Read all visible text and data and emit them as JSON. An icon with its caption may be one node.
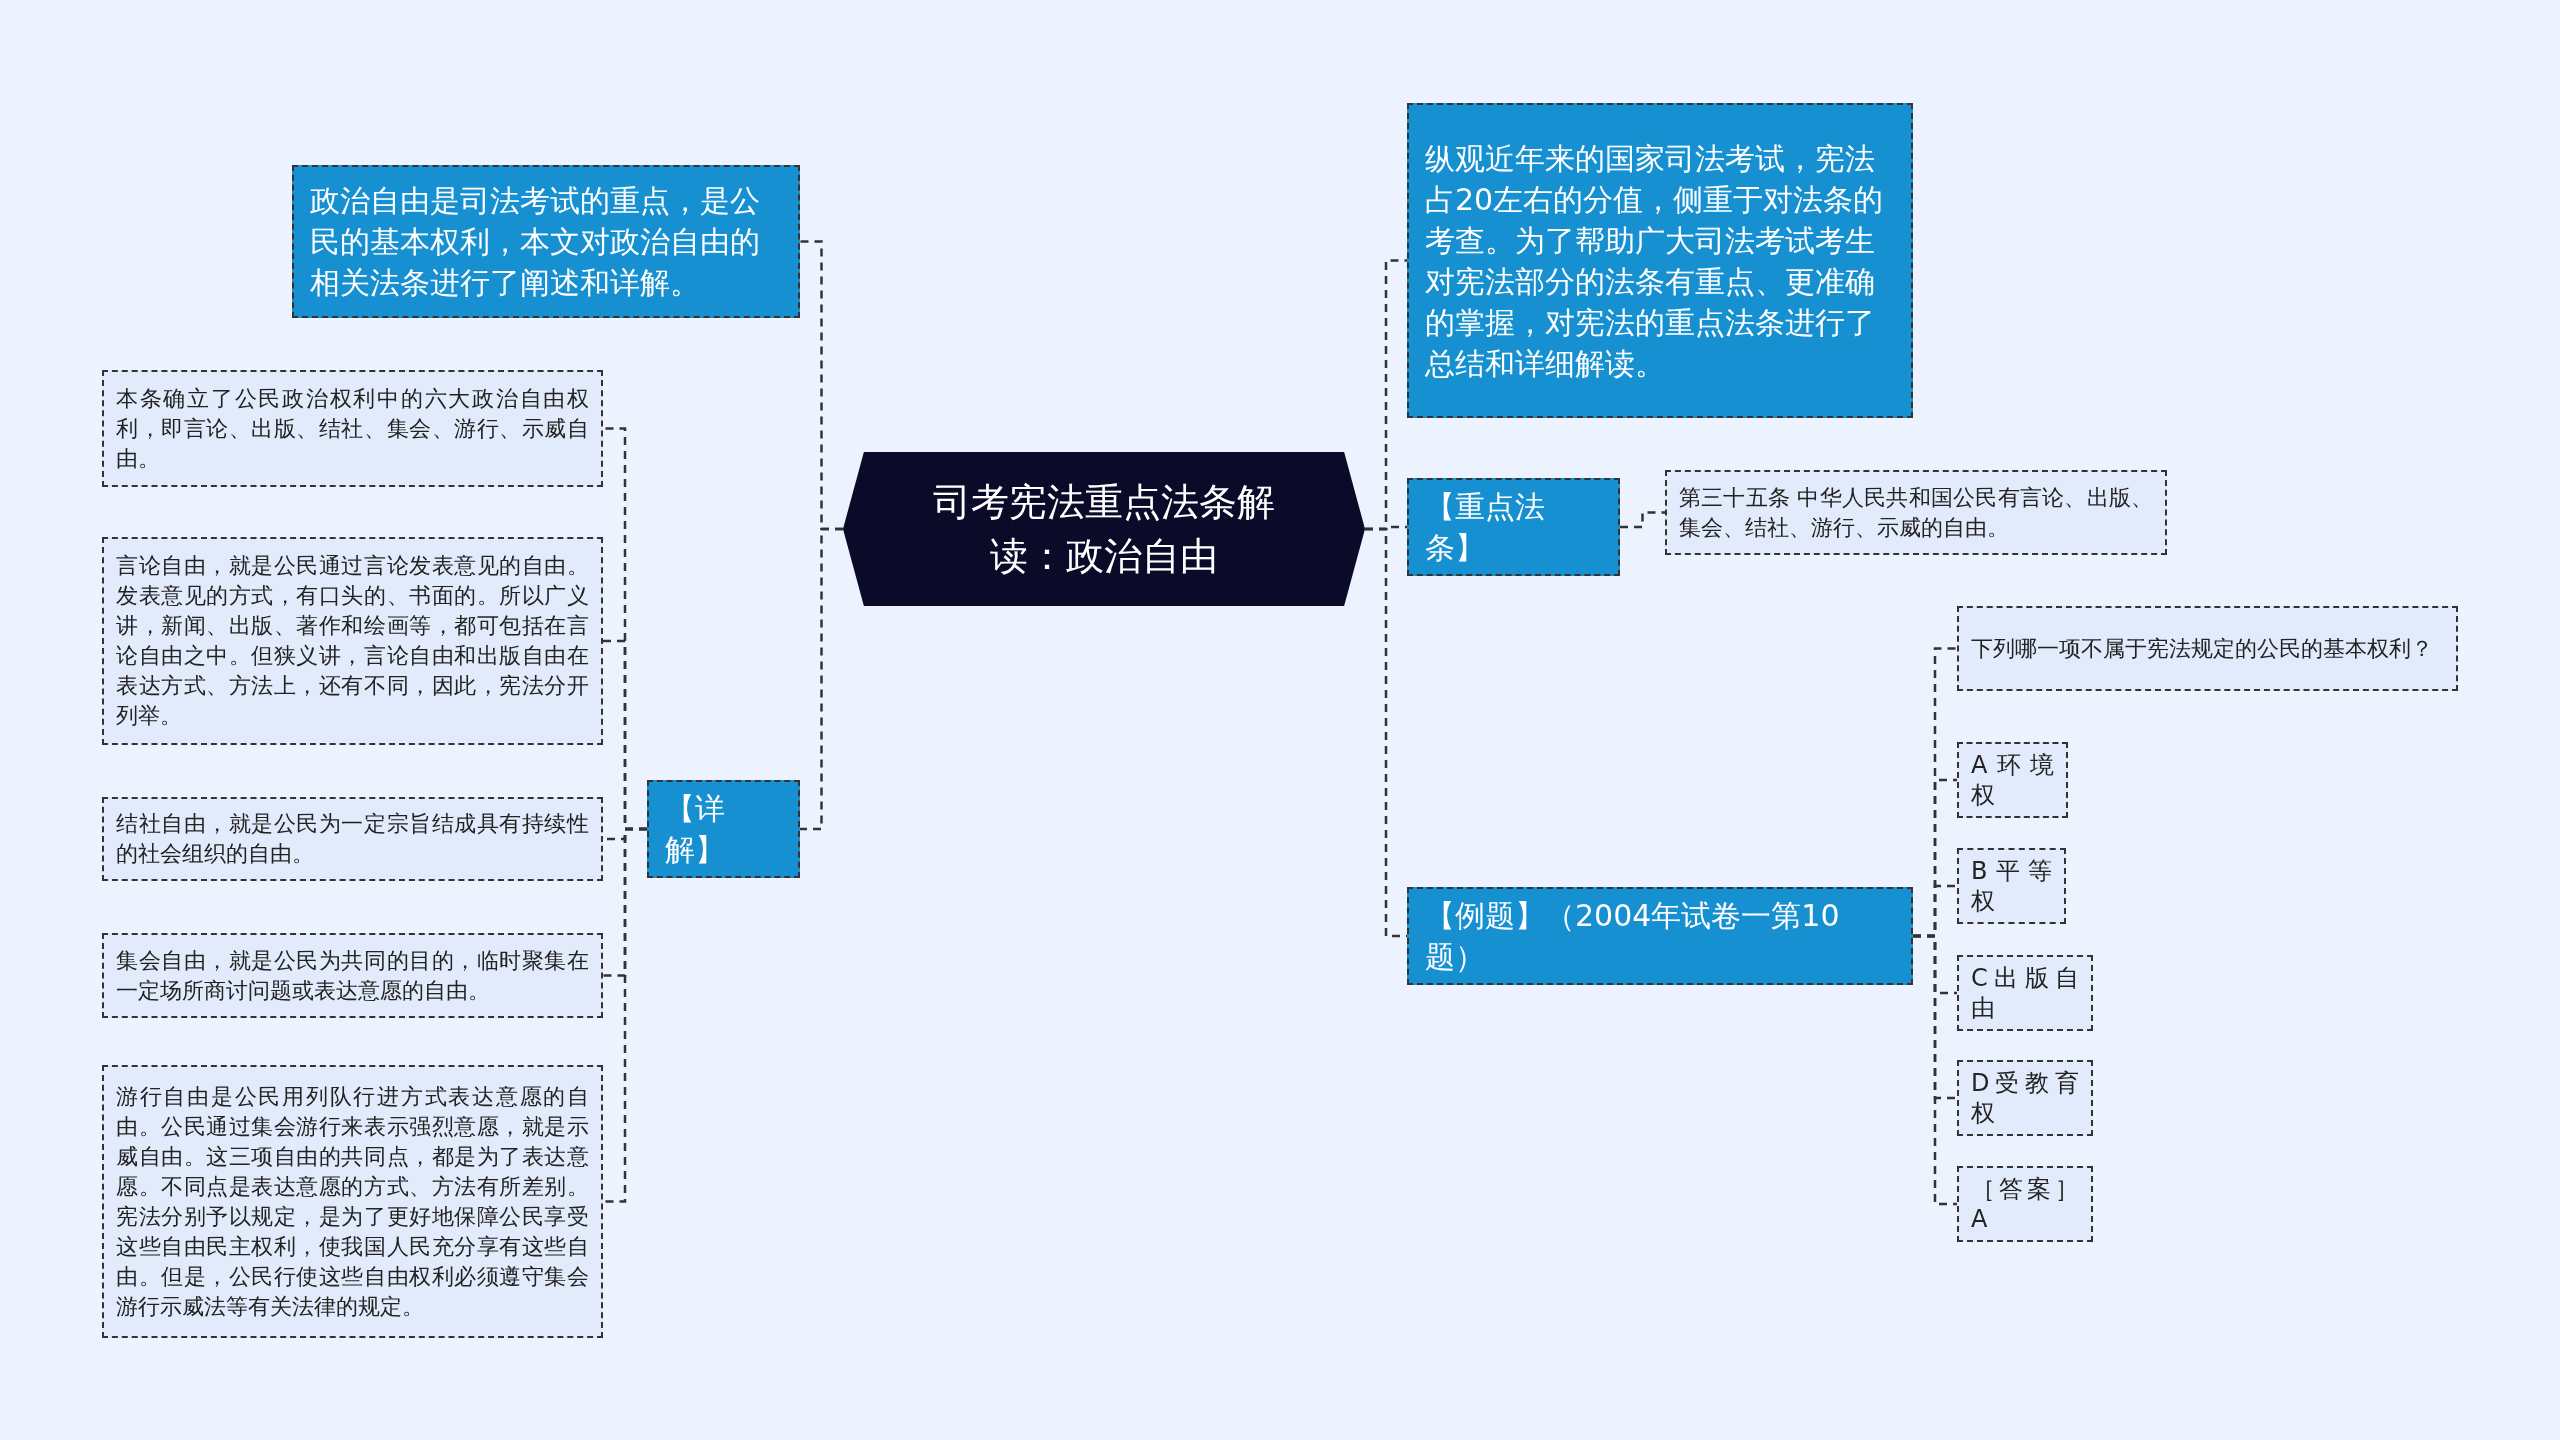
{
  "diagram": {
    "nodes": [
      {
        "text": [
          "司考宪法重点法条解读：政治自由"
        ]
      },
      {
        "text": [
          "政治自由是司法考试的重点，是公民的基本权利，本文对政治自由的相关法条进行了阐述和详解。"
        ]
      },
      {
        "text": [
          "【详解】"
        ]
      },
      {
        "text": [
          "本条确立了公民政治权利中的六大政治自由权利，即言论、出版、结社、集会、游行、示威自由。"
        ]
      },
      {
        "text": [
          "言论自由，就是公民通过言论发表意见的自由。发表意见的方式，有口头的、书面的。所以广义讲，新闻、出版、著作和绘画等，都可包括在言论自由之中。但狭义讲，言论自由和出版自由在表达方式、方法上，还有不同，因此，宪法分开列举。"
        ]
      },
      {
        "text": [
          "结社自由，就是公民为一定宗旨结成具有持续性的社会组织的自由。"
        ]
      },
      {
        "text": [
          "集会自由，就是公民为共同的目的，临时聚集在一定场所商讨问题或表达意愿的自由。"
        ]
      },
      {
        "text": [
          "游行自由是公民用列队行进方式表达意愿的自由。公民通过集会游行来表示强烈意愿，就是示威自由。这三项自由的共同点，都是为了表达意愿。不同点是表达意愿的方式、方法有所差别。宪法分别予以规定，是为了更好地保障公民享受这些自由民主权利，使我国人民充分享有这些自由。但是，公民行使这些自由权利必须遵守集会游行示威法等有关法律的规定。"
        ]
      },
      {
        "text": [
          "纵观近年来的国家司法考试，宪法占20左右的分值，侧重于对法条的考查。为了帮助广大司法考试考生对宪法部分的法条有重点、更准确的掌握，对宪法的重点法条进行了总结和详细解读。"
        ]
      },
      {
        "text": [
          "【重点法条】"
        ]
      },
      {
        "text": [
          "第三十五条 中华人民共和国公民有言论、出版、集会、结社、游行、示威的自由。"
        ]
      },
      {
        "text": [
          "【例题】（2004年试卷一第10题）"
        ]
      },
      {
        "text": [
          "下列哪一项不属于宪法规定的公民的基本权利？"
        ]
      },
      {
        "text": [
          "A环境权"
        ]
      },
      {
        "text": [
          "B平等权"
        ]
      },
      {
        "text": [
          "C出版自由"
        ]
      },
      {
        "text": [
          "D受教育权"
        ]
      },
      {
        "text": [
          "［答案］A"
        ]
      }
    ],
    "edges": [
      {
        "from": 0,
        "to": 1,
        "arrow": "none"
      },
      {
        "from": 0,
        "to": 2,
        "arrow": "none"
      },
      {
        "from": 2,
        "to": 3,
        "arrow": "none"
      },
      {
        "from": 2,
        "to": 4,
        "arrow": "none"
      },
      {
        "from": 2,
        "to": 5,
        "arrow": "none"
      },
      {
        "from": 2,
        "to": 6,
        "arrow": "none"
      },
      {
        "from": 2,
        "to": 7,
        "arrow": "none"
      },
      {
        "from": 0,
        "to": 8,
        "arrow": "none"
      },
      {
        "from": 0,
        "to": 9,
        "arrow": "none"
      },
      {
        "from": 9,
        "to": 10,
        "arrow": "none"
      },
      {
        "from": 0,
        "to": 11,
        "arrow": "none"
      },
      {
        "from": 11,
        "to": 12,
        "arrow": "none"
      },
      {
        "from": 11,
        "to": 13,
        "arrow": "none"
      },
      {
        "from": 11,
        "to": 14,
        "arrow": "none"
      },
      {
        "from": 11,
        "to": 15,
        "arrow": "none"
      },
      {
        "from": 11,
        "to": 16,
        "arrow": "none"
      },
      {
        "from": 11,
        "to": 17,
        "arrow": "none"
      }
    ]
  }
}
